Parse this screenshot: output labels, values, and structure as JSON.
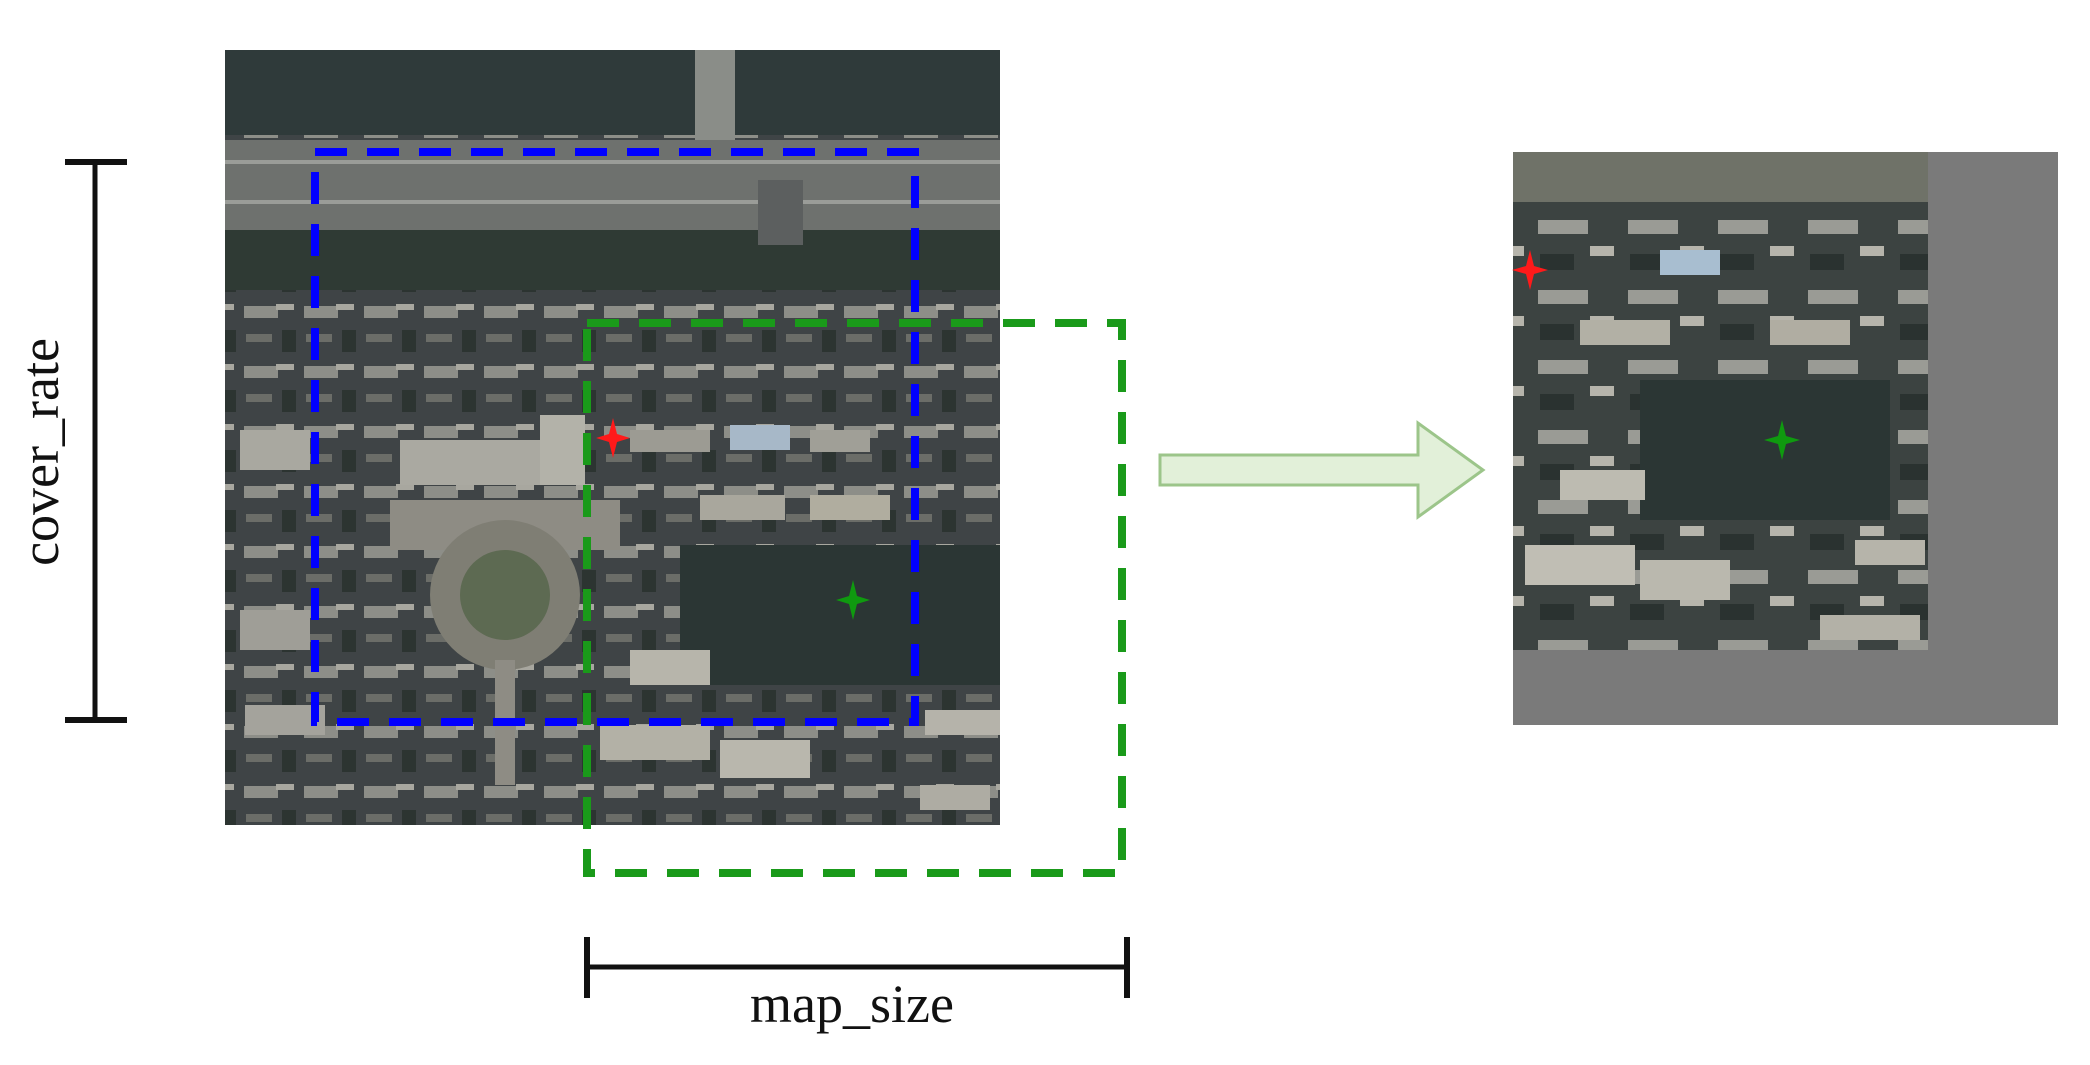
{
  "labels": {
    "vertical_dimension": "cover_rate",
    "horizontal_dimension": "map_size"
  },
  "colors": {
    "blue_box": "#0000ff",
    "green_box": "#1a9a1a",
    "red_marker": "#ff1a1a",
    "green_marker": "#0f9a0f",
    "arrow_fill": "#e2f0d9",
    "arrow_stroke": "#9cc58a",
    "padding_gray": "#7a7a7a",
    "dimension_line": "#111111"
  },
  "icons": {
    "red_marker": "four-point-star",
    "green_marker": "four-point-star",
    "arrow": "right-arrow"
  }
}
